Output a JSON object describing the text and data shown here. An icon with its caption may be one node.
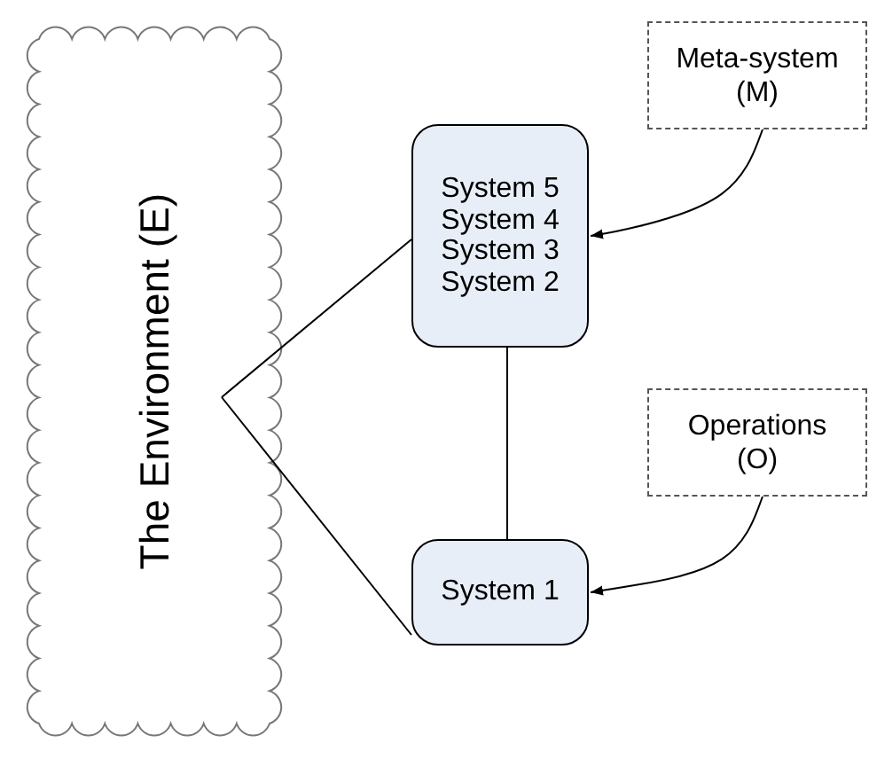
{
  "diagram": {
    "nodes": [
      {
        "text": [
          "The Environment (E)"
        ]
      },
      {
        "text": [
          "System 5",
          "System 4",
          "System 3",
          "System 2"
        ]
      },
      {
        "text": [
          "System 1"
        ]
      },
      {
        "text": [
          "Meta-system (M)"
        ]
      },
      {
        "text": [
          "Operations (O)"
        ]
      }
    ],
    "edges": [
      {
        "from": 0,
        "to": 1,
        "arrow": "none"
      },
      {
        "from": 0,
        "to": 2,
        "arrow": "none"
      },
      {
        "from": 1,
        "to": 2,
        "arrow": "none"
      },
      {
        "from": 3,
        "to": 1,
        "arrow": "to"
      },
      {
        "from": 4,
        "to": 2,
        "arrow": "to"
      }
    ]
  }
}
